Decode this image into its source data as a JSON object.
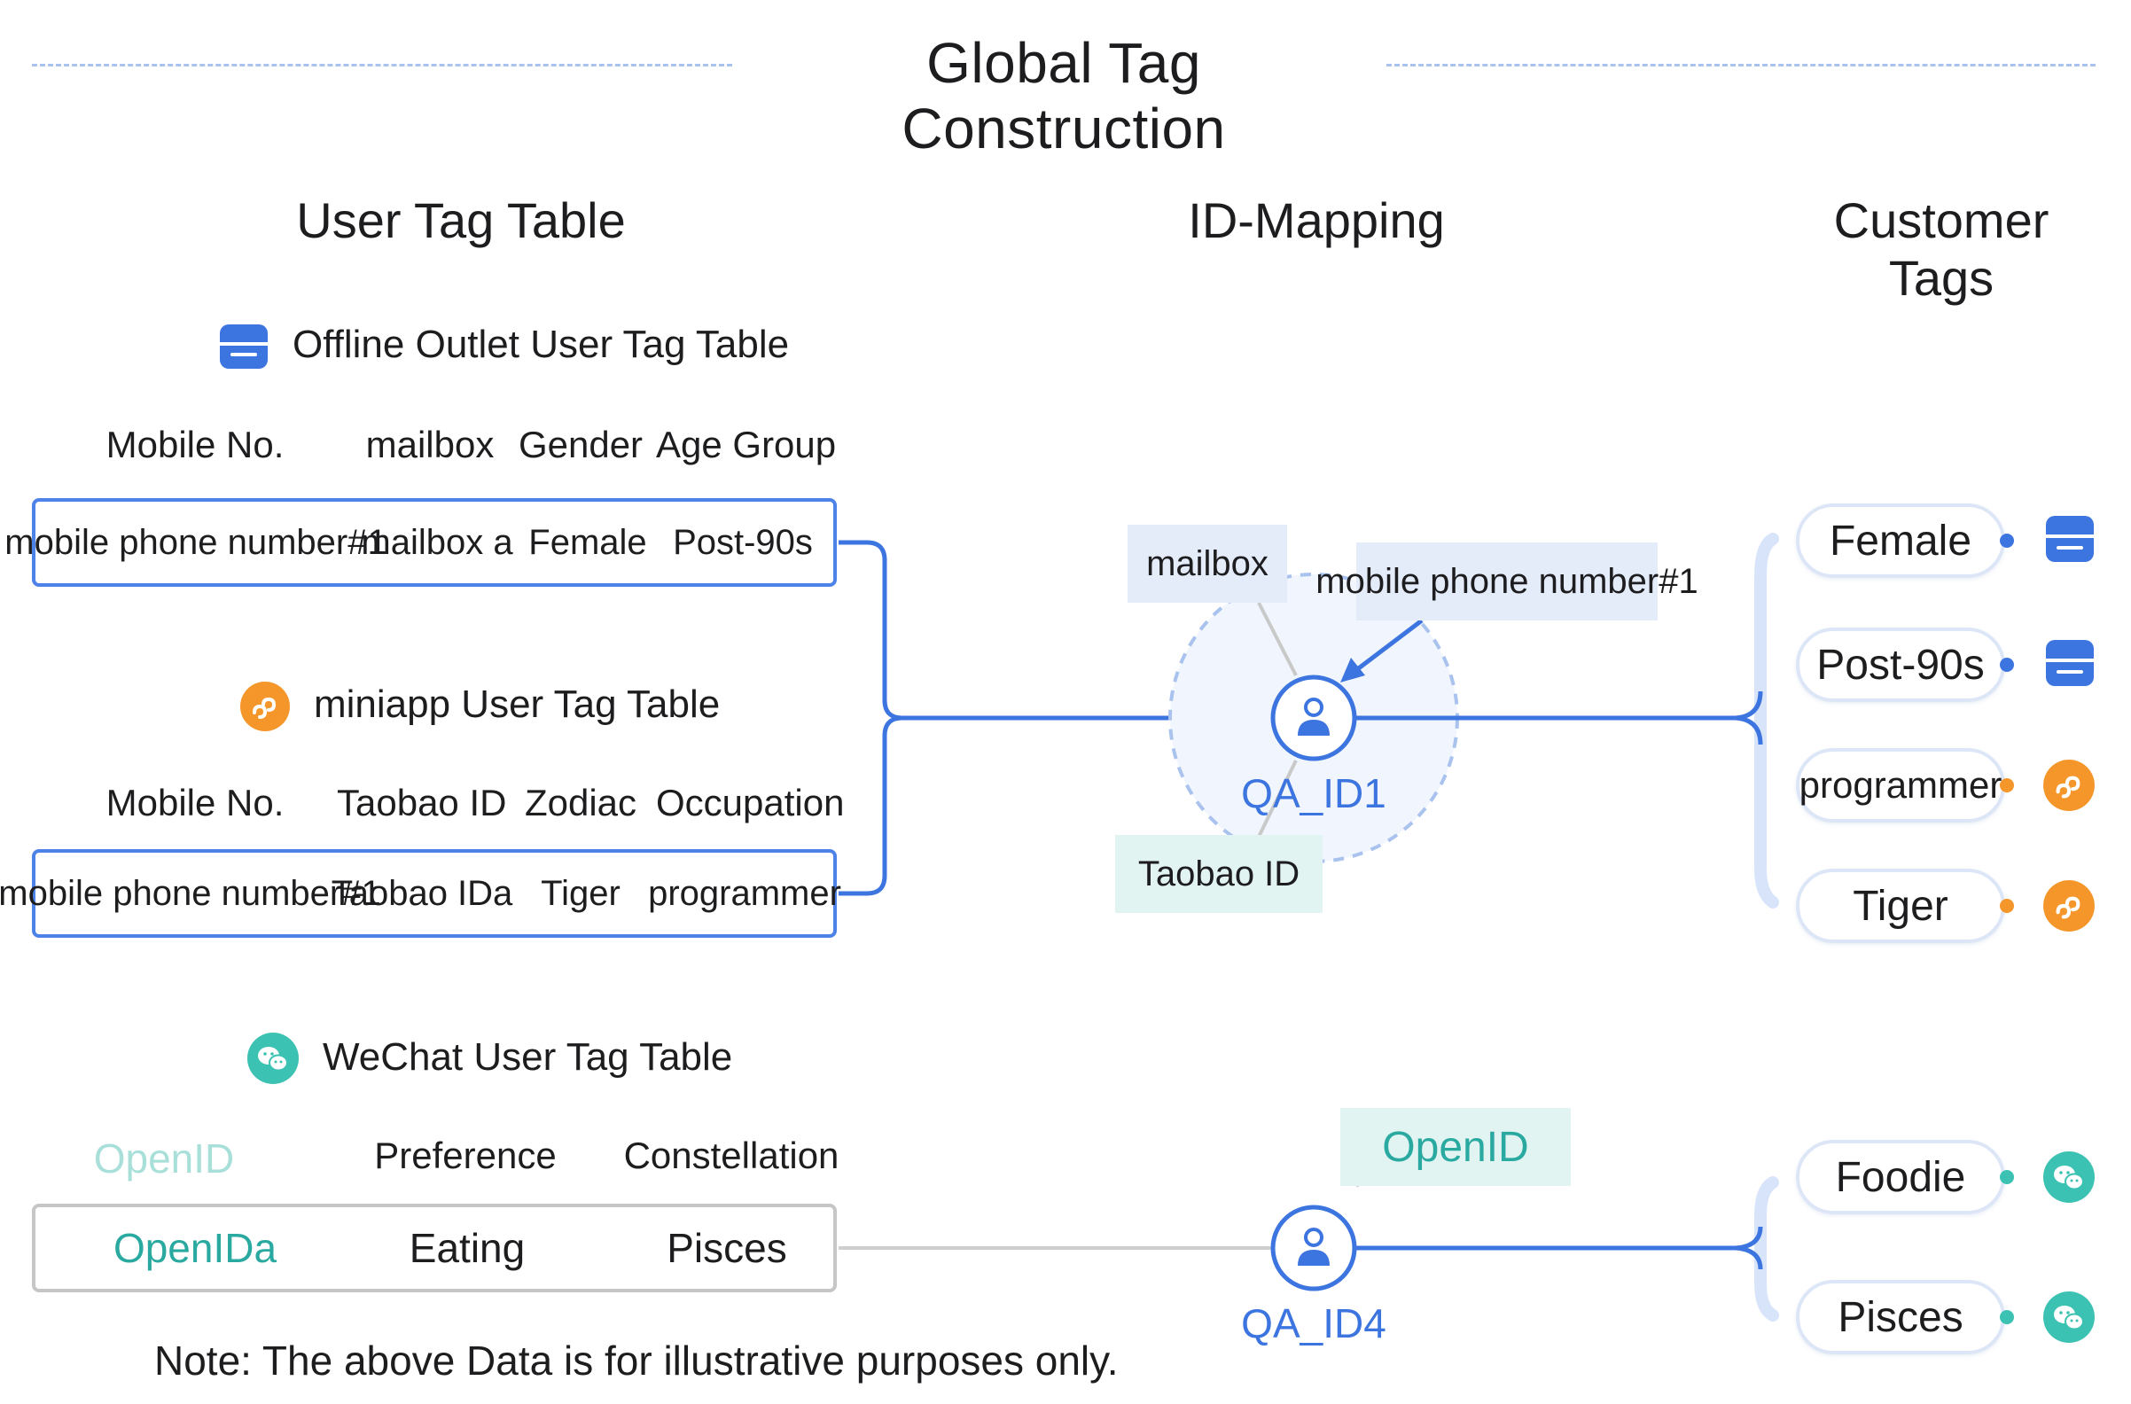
{
  "title": "Global Tag Construction",
  "columns": {
    "left": "User Tag Table",
    "middle": "ID-Mapping",
    "right": "Customer Tags"
  },
  "colors": {
    "blue": "#3c74e0",
    "orange": "#f5962a",
    "teal": "#3cc2b2",
    "teal_text": "#2aa9a0",
    "teal_light": "#a9dfd9",
    "gray_border": "#c6c6c6",
    "box_blue": "#e4ecfa",
    "box_teal": "#e1f4f2"
  },
  "tables": {
    "offline": {
      "title": "Offline Outlet User Tag Table",
      "icon": "store-icon",
      "headers": [
        "Mobile No.",
        "mailbox",
        "Gender",
        "Age Group"
      ],
      "values": [
        "mobile phone number#1",
        "mailbox a",
        "Female",
        "Post-90s"
      ]
    },
    "miniapp": {
      "title": "miniapp User Tag Table",
      "icon": "miniapp-icon",
      "headers": [
        "Mobile No.",
        "Taobao ID",
        "Zodiac",
        "Occupation"
      ],
      "values": [
        "mobile phone number#1",
        "Taobao IDa",
        "Tiger",
        "programmer"
      ]
    },
    "wechat": {
      "title": "WeChat User Tag Table",
      "icon": "wechat-icon",
      "headers": [
        "OpenID",
        "Preference",
        "Constellation"
      ],
      "values": [
        "OpenIDa",
        "Eating",
        "Pisces"
      ]
    }
  },
  "mapping": {
    "id1": {
      "label": "QA_ID1",
      "keys": [
        "mailbox",
        "mobile phone number#1",
        "Taobao ID"
      ]
    },
    "id4": {
      "label": "QA_ID4",
      "keys": [
        "OpenID"
      ]
    }
  },
  "customer_tags": [
    {
      "label": "Female",
      "icon": "store-icon"
    },
    {
      "label": "Post-90s",
      "icon": "store-icon"
    },
    {
      "label": "programmer",
      "icon": "miniapp-icon"
    },
    {
      "label": "Tiger",
      "icon": "miniapp-icon"
    },
    {
      "label": "Foodie",
      "icon": "wechat-icon"
    },
    {
      "label": "Pisces",
      "icon": "wechat-icon"
    }
  ],
  "note": "Note: The above Data is for illustrative purposes only."
}
